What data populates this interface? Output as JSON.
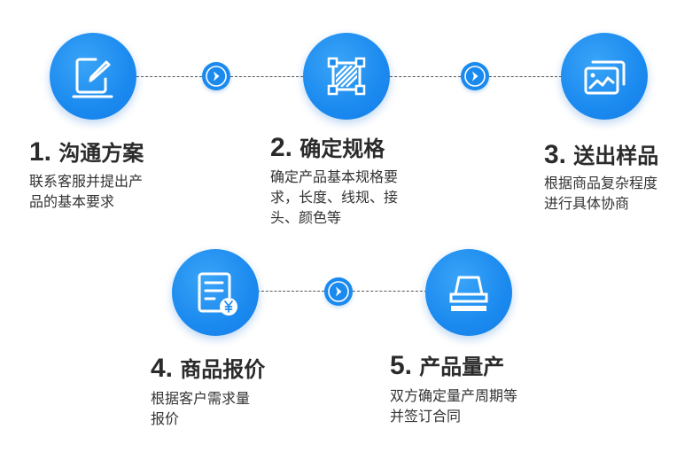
{
  "steps": [
    {
      "number": "1.",
      "title": "沟通方案",
      "desc_lines": [
        "联系客服并提出产",
        "品的基本要求"
      ],
      "icon": "edit-icon"
    },
    {
      "number": "2.",
      "title": "确定规格",
      "desc_lines": [
        "确定产品基本规格要",
        "求，长度、线规、接",
        "头、颜色等"
      ],
      "icon": "crop-size-icon"
    },
    {
      "number": "3.",
      "title": "送出样品",
      "desc_lines": [
        "根据商品复杂程度",
        "进行具体协商"
      ],
      "icon": "sample-image-icon"
    },
    {
      "number": "4.",
      "title": "商品报价",
      "desc_lines": [
        "根据客户需求量",
        "报价"
      ],
      "icon": "quote-document-icon"
    },
    {
      "number": "5.",
      "title": "产品量产",
      "desc_lines": [
        "双方确定量产周期等",
        "并签订合同"
      ],
      "icon": "production-stack-icon"
    }
  ],
  "colors": {
    "accent": "#1b8aef",
    "text": "#333333",
    "connector": "#555555"
  },
  "connector_icon": "chevron-right-arrow-icon"
}
